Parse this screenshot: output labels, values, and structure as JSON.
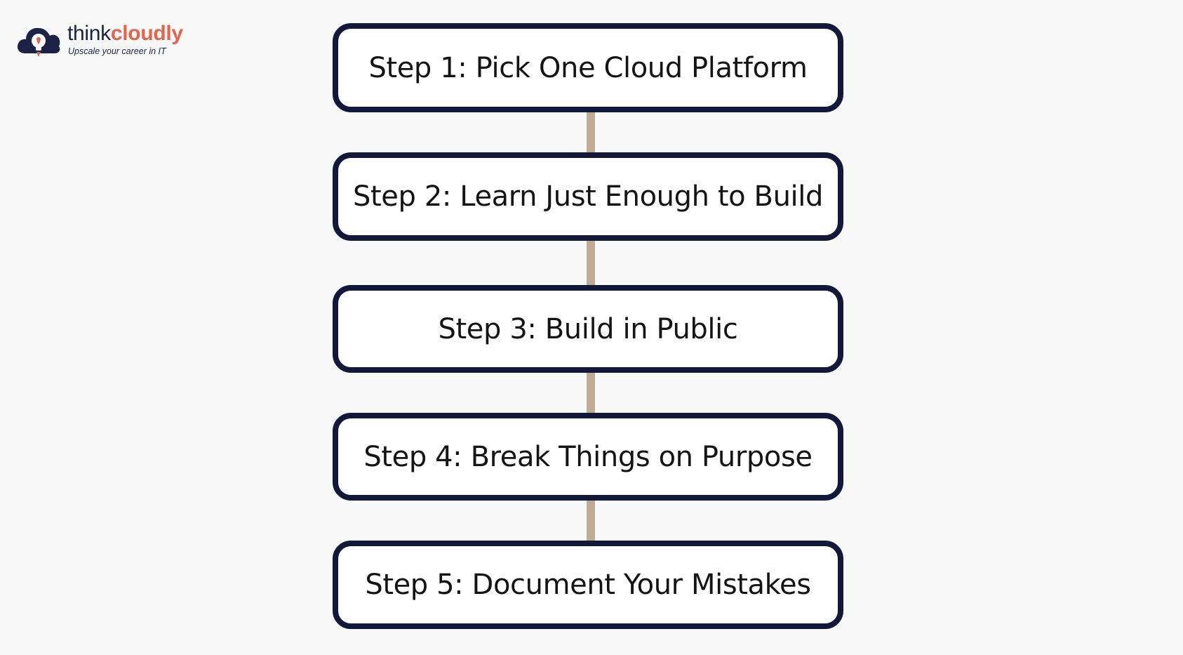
{
  "brand": {
    "name_part1": "think",
    "name_part2": "cloudly",
    "tagline": "Upscale your career in IT",
    "logo_icon": "cloud-lightbulb-rocket-icon",
    "colors": {
      "navy": "#1c2244",
      "accent": "#e2654d"
    }
  },
  "flow": {
    "steps": [
      {
        "label": "Step 1: Pick One Cloud Platform"
      },
      {
        "label": "Step 2: Learn Just Enough to Build"
      },
      {
        "label": "Step 3: Build in Public"
      },
      {
        "label": "Step 4: Break Things on Purpose"
      },
      {
        "label": "Step 5: Document Your Mistakes"
      }
    ],
    "colors": {
      "box_border": "#11183a",
      "box_fill": "#ffffff",
      "connector": "#c0ab96",
      "background": "#f8f8f8"
    }
  }
}
